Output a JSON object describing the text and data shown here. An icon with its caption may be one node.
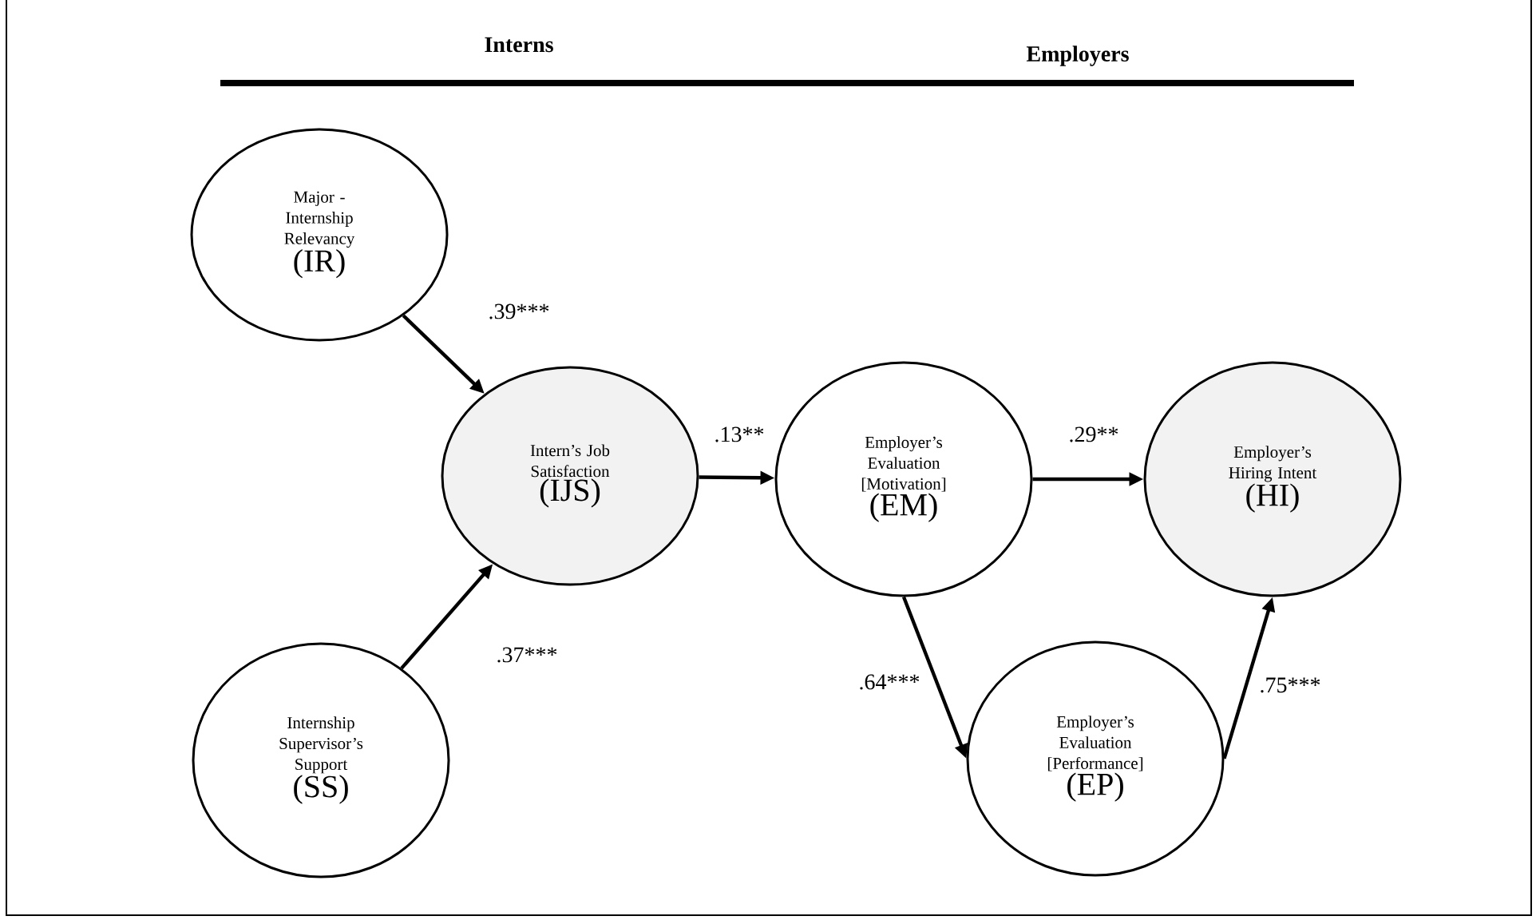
{
  "diagram": {
    "nodes": [
      {
        "text": [
          "Major - Internship Relevancy",
          "(IR)"
        ]
      },
      {
        "text": [
          "Intern’s Job Satisfaction",
          "(IJS)"
        ]
      },
      {
        "text": [
          "Internship Supervisor’s Support",
          "(SS)"
        ]
      },
      {
        "text": [
          "Employer’s Evaluation [Motivation]",
          "(EM)"
        ]
      },
      {
        "text": [
          "Employer’s Hiring Intent",
          "(HI)"
        ]
      },
      {
        "text": [
          "Employer’s Evaluation [Performance]",
          "(EP)"
        ]
      }
    ],
    "edges": [
      {
        "from": 0,
        "to": 1,
        "arrow": "to",
        "label": ".39***"
      },
      {
        "from": 2,
        "to": 1,
        "arrow": "to",
        "label": ".37***"
      },
      {
        "from": 1,
        "to": 3,
        "arrow": "to",
        "label": ".13**"
      },
      {
        "from": 3,
        "to": 4,
        "arrow": "to",
        "label": ".29**"
      },
      {
        "from": 3,
        "to": 5,
        "arrow": "to",
        "label": ".64***"
      },
      {
        "from": 5,
        "to": 4,
        "arrow": "to",
        "label": ".75***"
      }
    ],
    "labels": [
      "Interns",
      "Employers"
    ]
  }
}
